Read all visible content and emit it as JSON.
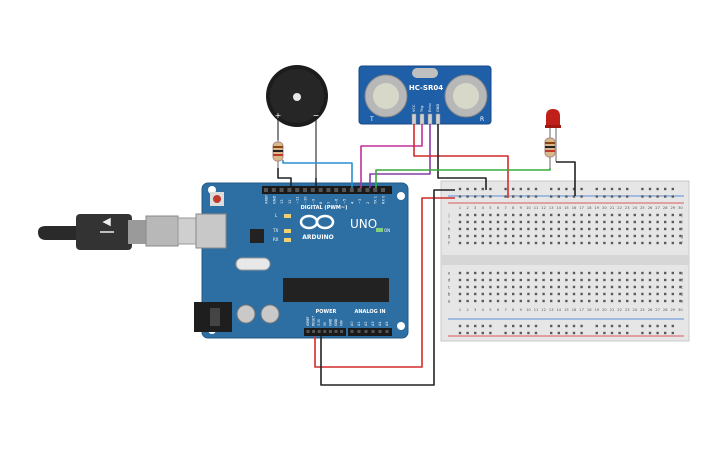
{
  "arduino": {
    "logo_text": "ARDUINO",
    "model": "UNO",
    "digital_label": "DIGITAL (PWM~)",
    "power_label": "POWER",
    "analog_label": "ANALOG IN",
    "on_label": "ON",
    "led_labels": [
      "L",
      "TX",
      "RX"
    ],
    "digital_pins": [
      "AREF",
      "GND",
      "13",
      "12",
      "~11",
      "~10",
      "~9",
      "8",
      "7",
      "~6",
      "~5",
      "4",
      "~3",
      "2",
      "TX 1",
      "RX 0"
    ],
    "power_pins": [
      "IOREF",
      "RESET",
      "3.3V",
      "5V",
      "GND",
      "GND",
      "VIN"
    ],
    "analog_pins": [
      "A0",
      "A1",
      "A2",
      "A3",
      "A4",
      "A5"
    ]
  },
  "sensor": {
    "name": "HC-SR04",
    "pins": [
      "VCC",
      "Trig",
      "Echo",
      "GND"
    ],
    "left_mark": "T",
    "right_mark": "R"
  },
  "buzzer": {
    "plus": "+",
    "minus": "−"
  },
  "breadboard": {
    "rows_top": [
      "j",
      "i",
      "h",
      "g",
      "f"
    ],
    "rows_bottom": [
      "e",
      "d",
      "c",
      "b",
      "a"
    ],
    "columns": [
      "1",
      "2",
      "3",
      "4",
      "5",
      "6",
      "7",
      "8",
      "9",
      "10",
      "11",
      "12",
      "13",
      "14",
      "15",
      "16",
      "17",
      "18",
      "19",
      "20",
      "21",
      "22",
      "23",
      "24",
      "25",
      "26",
      "27",
      "28",
      "29",
      "30"
    ]
  },
  "colors": {
    "board": "#2d6fa3",
    "wire_red": "#d42a2a",
    "wire_black": "#222222",
    "wire_blue": "#2a8fd4",
    "wire_green": "#3aa83a",
    "wire_purple": "#8a3aa8",
    "wire_magenta": "#c0309a",
    "led": "#c0201a"
  }
}
